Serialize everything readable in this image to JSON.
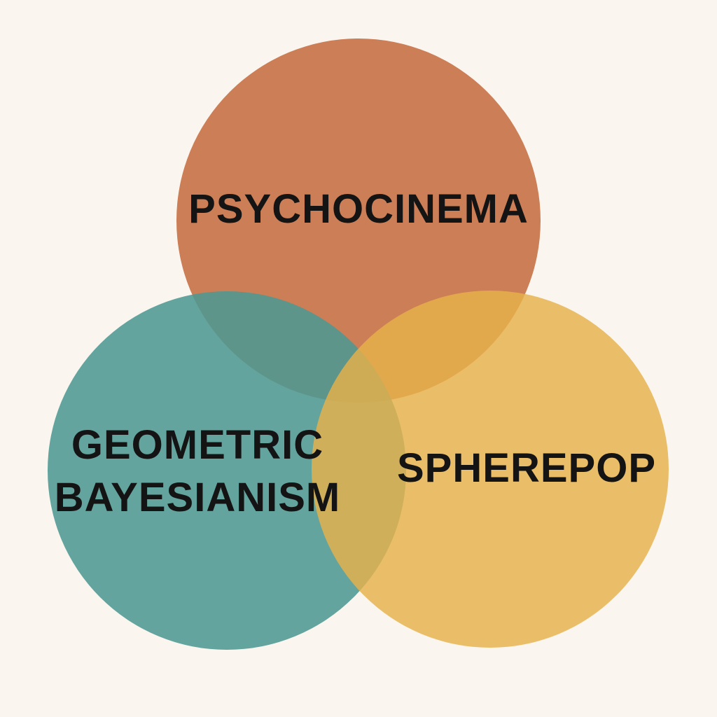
{
  "colors": {
    "background": "#faf6ef",
    "psychocinema": "#c8744a",
    "geometric_bayesianism": "#4f9993",
    "spherepop": "#e6b14a",
    "text": "#141414"
  },
  "sets": {
    "psychocinema": {
      "label": "PSYCHOCINEMA"
    },
    "geometric_bayesianism": {
      "label_line1": "GEOMETRIC",
      "label_line2": "BAYESIANISM"
    },
    "spherepop": {
      "label": "SPHEREPOP"
    }
  }
}
